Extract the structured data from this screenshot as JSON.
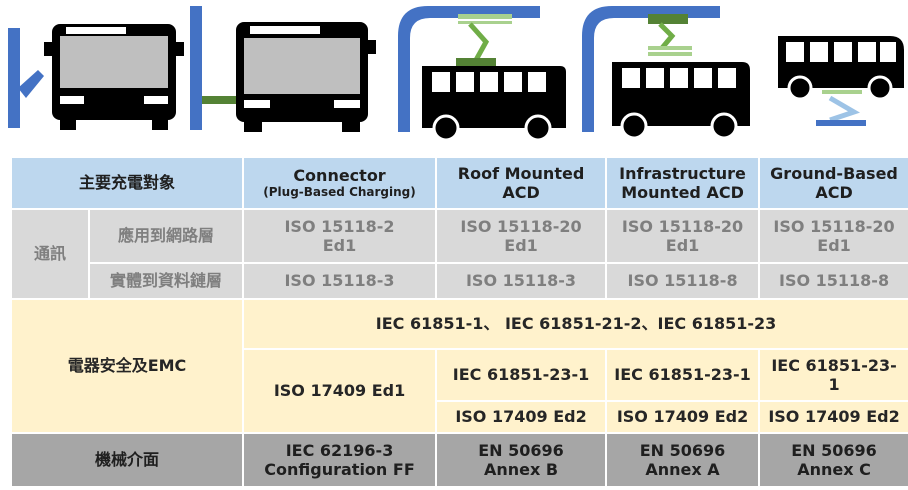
{
  "header": {
    "subject_label": "主要充電對象",
    "connector": {
      "title": "Connector",
      "subtitle": "(Plug-Based Charging)"
    },
    "roof": {
      "line1": "Roof Mounted",
      "line2": "ACD"
    },
    "infra": {
      "line1": "Infrastructure",
      "line2": "Mounted ACD"
    },
    "ground": {
      "line1": "Ground-Based",
      "line2": "ACD"
    }
  },
  "communication": {
    "label": "通訊",
    "app_layer": {
      "label": "應用到網路層",
      "connector": [
        "ISO 15118-2",
        "Ed1"
      ],
      "roof": [
        "ISO 15118-20",
        "Ed1"
      ],
      "infra": [
        "ISO 15118-20",
        "Ed1"
      ],
      "ground": [
        "ISO 15118-20",
        "Ed1"
      ]
    },
    "phys_layer": {
      "label": "實體到資料鏈層",
      "connector": "ISO 15118-3",
      "roof": "ISO 15118-3",
      "infra": "ISO 15118-8",
      "ground": "ISO 15118-8"
    }
  },
  "electrical": {
    "label": "電器安全及EMC",
    "common": "IEC 61851-1、 IEC 61851-21-2、IEC 61851-23",
    "connector": "ISO 17409 Ed1",
    "roof_a": "IEC 61851-23-1",
    "infra_a": "IEC 61851-23-1",
    "ground_a": [
      "IEC 61851-23-",
      "1"
    ],
    "roof_b": "ISO 17409 Ed2",
    "infra_b": "ISO 17409 Ed2",
    "ground_b": "ISO 17409 Ed2"
  },
  "mechanical": {
    "label": "機械介面",
    "connector": [
      "IEC 62196-3",
      "Configuration FF"
    ],
    "roof": [
      "EN 50696",
      "Annex B"
    ],
    "infra": [
      "EN 50696",
      "Annex A"
    ],
    "ground": [
      "EN 50696",
      "Annex C"
    ]
  },
  "colors": {
    "header": "#bdd7ee",
    "communication": "#d9d9d9",
    "electrical": "#fff2cc",
    "mechanical": "#a6a6a6",
    "pole_blue": "#4472c4",
    "pantograph_green": "#70ad47"
  },
  "icons": [
    "bus-front-connector-icon",
    "bus-front-cable-icon",
    "bus-roof-pantograph-icon",
    "bus-infra-pantograph-icon",
    "bus-ground-pantograph-icon"
  ]
}
